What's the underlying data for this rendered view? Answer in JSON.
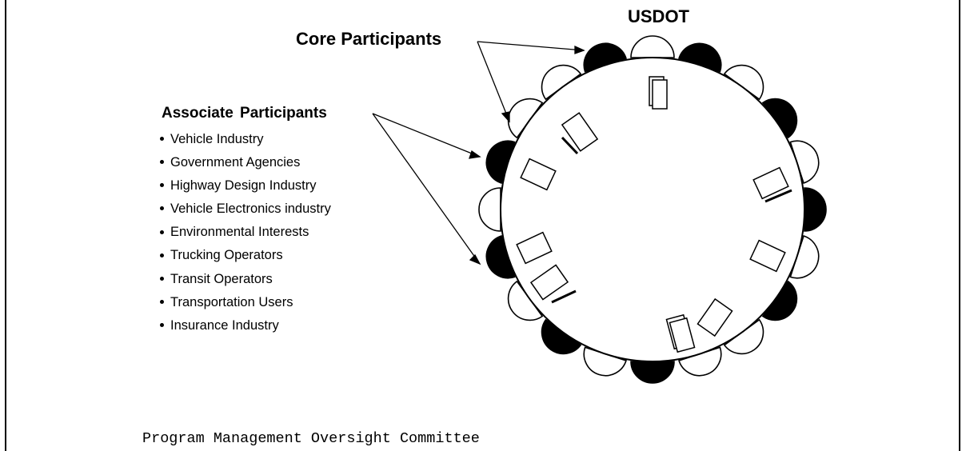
{
  "diagram": {
    "usdot_label": "USDOT",
    "core_label": "Core Participants",
    "associate_label": "Associate Participants",
    "associate_items": [
      "Vehicle Industry",
      "Government Agencies",
      "Highway Design Industry",
      "Vehicle Electronics industry",
      "Environmental Interests",
      "Trucking Operators",
      "Transit Operators",
      "Transportation Users",
      "Insurance Industry"
    ],
    "caption": "Program Management Oversight Committee",
    "seat_fill_core": "#000000",
    "seat_fill_associate": "#ffffff"
  }
}
